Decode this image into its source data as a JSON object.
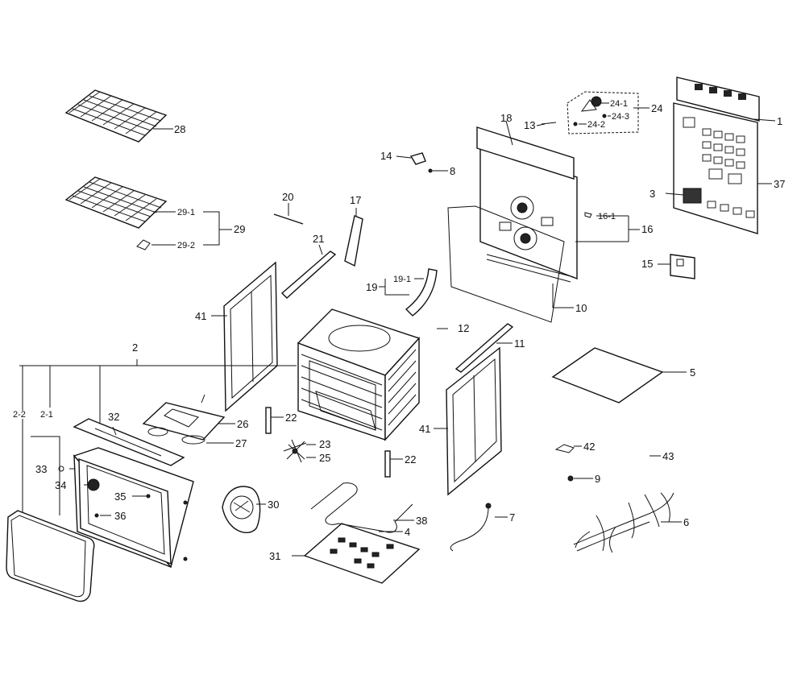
{
  "labels": {
    "p1": "1",
    "p2": "2",
    "p2_1": "2-1",
    "p2_2": "2-2",
    "p3": "3",
    "p4": "4",
    "p5": "5",
    "p6": "6",
    "p7": "7",
    "p8": "8",
    "p9": "9",
    "p10": "10",
    "p11": "11",
    "p12": "12",
    "p13": "13",
    "p14": "14",
    "p15": "15",
    "p16": "16",
    "p16_1": "16-1",
    "p17": "17",
    "p18": "18",
    "p19": "19",
    "p19_1": "19-1",
    "p20": "20",
    "p21": "21",
    "p22a": "22",
    "p22b": "22",
    "p23": "23",
    "p24": "24",
    "p24_1": "24-1",
    "p24_2": "24-2",
    "p24_3": "24-3",
    "p25": "25",
    "p26": "26",
    "p27": "27",
    "p28": "28",
    "p29": "29",
    "p29_1": "29-1",
    "p29_2": "29-2",
    "p30": "30",
    "p31": "31",
    "p32": "32",
    "p33": "33",
    "p34": "34",
    "p35": "35",
    "p36": "36",
    "p37": "37",
    "p38": "38",
    "p41a": "41",
    "p41b": "41",
    "p42": "42",
    "p43": "43"
  }
}
